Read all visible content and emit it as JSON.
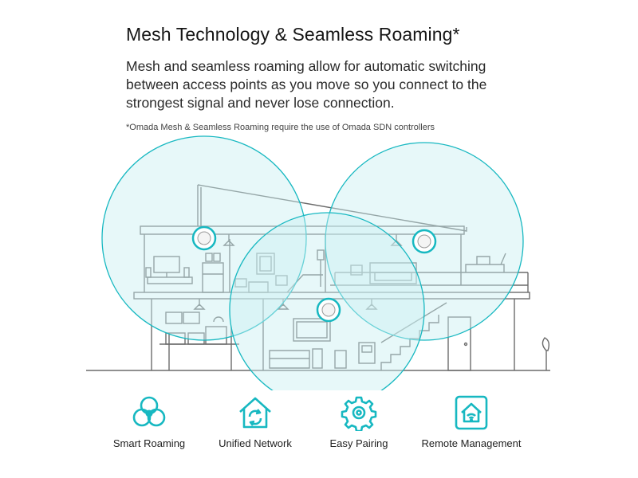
{
  "header": {
    "title": "Mesh Technology & Seamless Roaming*",
    "description": "Mesh and seamless roaming allow for automatic switching between access points as you move so you connect to the strongest signal and never lose connection.",
    "footnote": "*Omada Mesh & Seamless Roaming require the use of Omada SDN controllers"
  },
  "colors": {
    "accent": "#17b8c1",
    "coverage_fill": "#c9eff2",
    "line_art": "#6b6b6b"
  },
  "features": [
    {
      "label": "Smart Roaming",
      "icon": "smart-roaming-icon"
    },
    {
      "label": "Unified Network",
      "icon": "unified-network-icon"
    },
    {
      "label": "Easy Pairing",
      "icon": "easy-pairing-icon"
    },
    {
      "label": "Remote Management",
      "icon": "remote-management-icon"
    }
  ]
}
